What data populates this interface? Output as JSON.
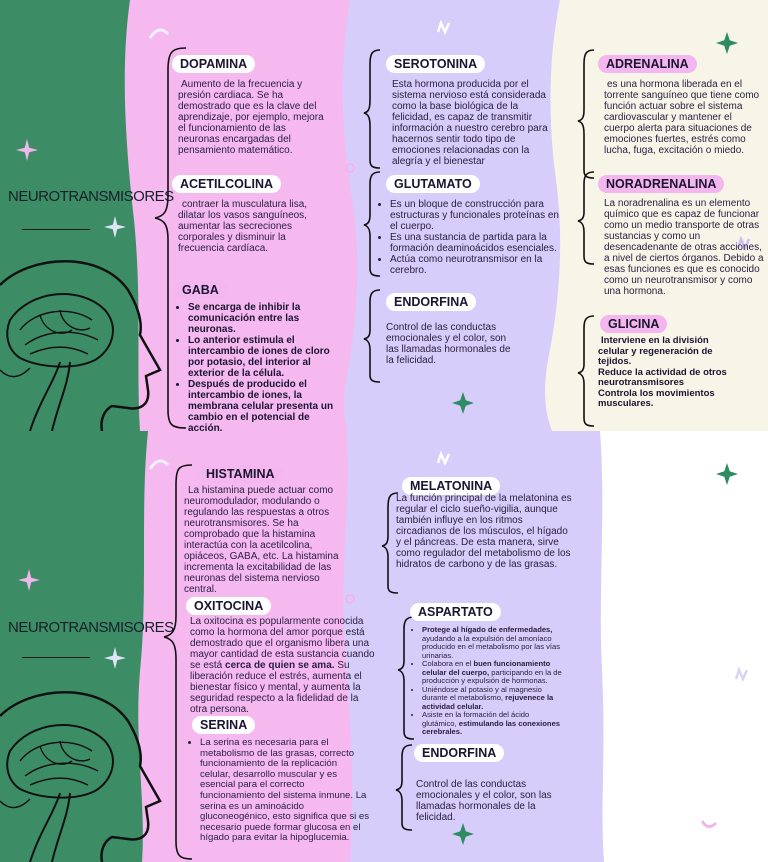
{
  "colors": {
    "green": "#3c8c66",
    "pink": "#f5b8ef",
    "lavender": "#d6cdfa",
    "cream": "#f7f4e8",
    "ink": "#1a1530",
    "star_green": "#2f8b62"
  },
  "top": {
    "title": "NEUROTRANSMISORES",
    "dopamina": {
      "label": "DOPAMINA",
      "text": "Aumento de la frecuencia y presión cardiaca. Se ha demostrado que es la clave del aprendizaje, por ejemplo, mejora el funcionamiento de las neuronas encargadas del pensamiento matemático."
    },
    "acetilcolina": {
      "label": "ACETILCOLINA",
      "text": "contraer la musculatura lisa, dilatar los vasos sanguíneos, aumentar las secreciones corporales y disminuir la frecuencia cardíaca."
    },
    "gaba": {
      "label": "GABA",
      "items": [
        "Se encarga de inhibir la comunicación entre las neuronas.",
        "Lo anterior estimula el intercambio de iones de cloro por potasio, del interior al exterior de la célula.",
        "Después de producido el intercambio de iones, la membrana celular presenta un cambio en el potencial de acción."
      ]
    },
    "serotonina": {
      "label": "SEROTONINA",
      "text": "Esta hormona producida por el sistema nervioso está considerada como la base biológica de la felicidad, es capaz de transmitir información a nuestro cerebro para hacernos sentir todo tipo de emociones relacionadas con la alegría y el bienestar"
    },
    "glutamato": {
      "label": "GLUTAMATO",
      "items": [
        "Es un bloque de construcción para estructuras y funcionales proteínas en el cuerpo.",
        "Es una sustancia de partida para la formación deaminoácidos esenciales.",
        "Actúa como neurotransmisor en la cerebro."
      ]
    },
    "endorfina": {
      "label": "ENDORFINA",
      "text": "Control de las conductas emocionales y el color, son las llamadas hormonales de la felicidad."
    },
    "adrenalina": {
      "label": "ADRENALINA",
      "text": "es una hormona liberada en el torrente sanguíneo que tiene como función actuar sobre el sistema cardiovascular y mantener el cuerpo alerta para situaciones de emociones fuertes, estrés como lucha, fuga, excitación o miedo."
    },
    "noradrenalina": {
      "label": "NORADRENALINA",
      "text": "La noradrenalina es un elemento químico que es capaz de funcionar como un medio transporte de otras sustancias y como un desencadenante de otras acciones, a nivel de ciertos órganos. Debido a esas funciones es que es conocido como un neurotransmisor y como una hormona."
    },
    "glicina": {
      "label": "GLICINA",
      "lines": [
        "Interviene en la división celular y regeneración de tejidos.",
        "Reduce la actividad de otros neurotransmisores",
        "Controla los movimientos musculares."
      ]
    }
  },
  "bottom": {
    "title": "NEUROTRANSMISORES",
    "histamina": {
      "label": "HISTAMINA",
      "text": "La histamina puede actuar como neuromodulador, modulando o regulando las respuestas a otros neurotransmisores. Se ha comprobado que la histamina interactúa con la acetilcolina, opiáceos, GABA, etc. La histamina incrementa la excitabilidad de las neuronas del sistema nervioso central."
    },
    "oxitocina": {
      "label": "OXITOCINA",
      "text_before": "La oxitocina es popularmente conocida como la hormona del amor porque está demostrado que el organismo libera una mayor cantidad de esta sustancia cuando se está ",
      "text_bold": "cerca de quien se ama.",
      "text_after": " Su liberación reduce el estrés, aumenta el bienestar físico y mental, y aumenta la seguridad respecto a la fidelidad de la otra persona."
    },
    "serina": {
      "label": "SERINA",
      "text": "La serina es necesaria para el metabolismo de las grasas, correcto funcionamiento de la replicación celular, desarrollo muscular y es esencial para el correcto funcionamiento del sistema inmune. La serina es un aminoácido gluconeogénico, esto significa que si es necesario puede formar glucosa en el hígado para evitar la hipoglucemia."
    },
    "melatonina": {
      "label": "MELATONINA",
      "text": "La función principal de la melatonina es regular el ciclo sueño-vigilia, aunque también influye en los ritmos circadianos de los músculos, el hígado y el páncreas. De esta manera, sirve como regulador del metabolismo de los hidratos de carbono y de las grasas."
    },
    "aspartato": {
      "label": "ASPARTATO",
      "items": [
        {
          "bold": "Protege al hígado de enfermedades,",
          "rest": " ayudando a la expulsión del amoníaco producido en el metabolismo por las vías urinarias."
        },
        {
          "pre": "Colabora en el ",
          "bold": "buen funcionamiento celular del cuerpo,",
          "rest": " participando en la de producción y expulsión de hormonas."
        },
        {
          "pre": "Uniéndose al potasio y al magnesio durante el metabolismo, ",
          "bold": "rejuvenece la actividad celular.",
          "rest": ""
        },
        {
          "pre": "Asiste en la formación del ácido glutámico, ",
          "bold": "estimulando las conexiones cerebrales.",
          "rest": ""
        }
      ]
    },
    "endorfina": {
      "label": "ENDORFINA",
      "text": "Control de las conductas emocionales y el color, son las llamadas hormonales de la felicidad."
    }
  }
}
